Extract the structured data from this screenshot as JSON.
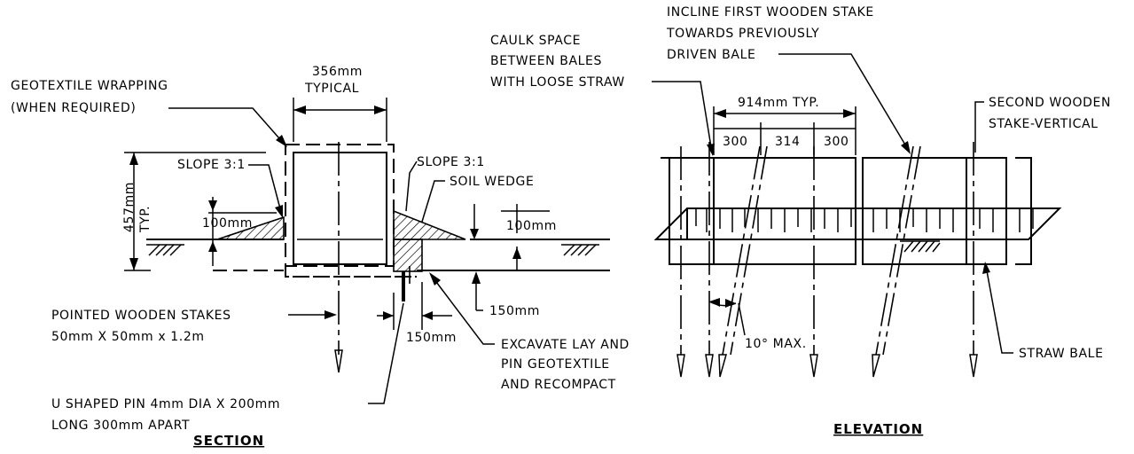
{
  "section": {
    "title": "SECTION",
    "dim_width": [
      "356mm",
      "TYPICAL"
    ],
    "dim_height": [
      "457mm",
      "TYP."
    ],
    "geotextile": [
      "GEOTEXTILE WRAPPING",
      "(WHEN REQUIRED)"
    ],
    "slope_left": "SLOPE 3:1",
    "slope_right": "SLOPE 3:1",
    "soil_wedge": "SOIL WEDGE",
    "dim_100_left": "100mm",
    "dim_100_right": "100mm",
    "dim_150_vertical": "150mm",
    "dim_150_horizontal": "150mm",
    "stakes": [
      "POINTED WOODEN STAKES",
      "50mm X 50mm x 1.2m"
    ],
    "excavate": [
      "EXCAVATE LAY AND",
      "PIN GEOTEXTILE",
      "AND RECOMPACT"
    ],
    "u_pin": [
      "U SHAPED PIN 4mm DIA X 200mm",
      "LONG 300mm APART"
    ]
  },
  "elevation": {
    "title": "ELEVATION",
    "caulk": [
      "CAULK SPACE",
      "BETWEEN BALES",
      "WITH LOOSE STRAW"
    ],
    "incline": [
      "INCLINE FIRST WOODEN STAKE",
      "TOWARDS PREVIOUSLY",
      "DRIVEN BALE"
    ],
    "second_stake": [
      "SECOND WOODEN",
      "STAKE-VERTICAL"
    ],
    "dim_total": "914mm  TYP.",
    "dim_parts": [
      "300",
      "314",
      "300"
    ],
    "angle": "10° MAX.",
    "straw_bale": "STRAW BALE"
  }
}
